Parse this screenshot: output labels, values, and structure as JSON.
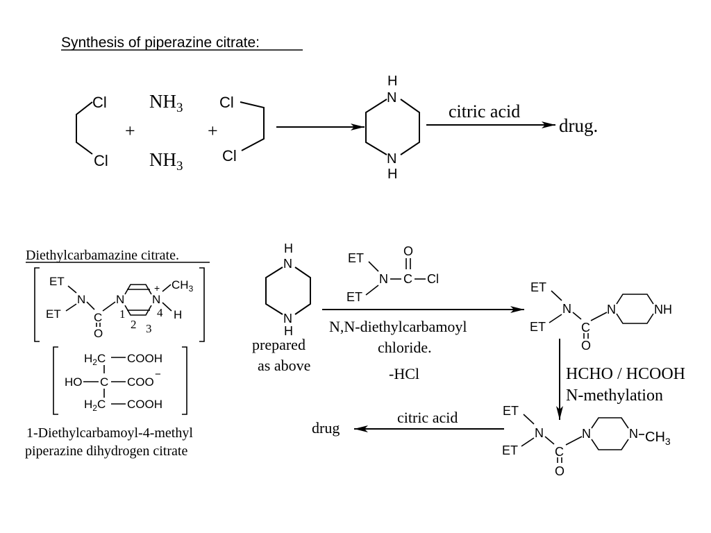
{
  "section1": {
    "heading": "Synthesis of piperazine citrate:",
    "reactant1": {
      "cl_top": "Cl",
      "cl_bottom": "Cl"
    },
    "plus": "+",
    "ammonia": {
      "nh3_top": "NH",
      "nh3_bottom": "NH",
      "sub": "3"
    },
    "reactant2": {
      "cl_top": "Cl",
      "cl_bottom": "Cl"
    },
    "piperazine": {
      "n_top": "N",
      "h_top": "H",
      "n_bottom": "N",
      "h_bottom": "H"
    },
    "reagent": "citric acid",
    "product": "drug."
  },
  "section2": {
    "title": "Diethylcarbamazine citrate.",
    "dec": {
      "et1": "ET",
      "et2": "ET",
      "n_amide": "N",
      "c": "C",
      "o": "O",
      "n1": "N",
      "n4": "N",
      "plus": "+",
      "ch3": "CH",
      "ch3_sub": "3",
      "h": "H",
      "num1": "1",
      "num2": "2",
      "num3": "3",
      "num4": "4"
    },
    "citrate": {
      "h2c_top": "H",
      "h2c_sub": "2",
      "h2c_c": "C",
      "cooh_top": "COOH",
      "ho": "HO",
      "c_center": "C",
      "coo": "COO",
      "minus": "−",
      "h2c_bottom": "H",
      "cooh_bottom": "COOH"
    },
    "caption_line1": "1-Diethylcarbamoyl-4-methyl",
    "caption_line2": "piperazine dihydrogen citrate",
    "piperazine": {
      "n_top": "N",
      "h_top": "H",
      "n_bottom": "N",
      "h_bottom": "H"
    },
    "prepared_line1": "prepared",
    "prepared_line2": "as above",
    "reagent": {
      "et1": "ET",
      "et2": "ET",
      "n": "N",
      "c": "C",
      "o": "O",
      "cl": "Cl"
    },
    "reagent_name_line1": "N,N-diethylcarbamoyl",
    "reagent_name_line2": "chloride.",
    "byproduct": "-HCl",
    "intermediate": {
      "et1": "ET",
      "et2": "ET",
      "n": "N",
      "c": "C",
      "o": "O",
      "n_ring": "N",
      "nh": "NH"
    },
    "methylation_line1": "HCHO / HCOOH",
    "methylation_line2": "N-methylation",
    "final": {
      "et1": "ET",
      "et2": "ET",
      "n": "N",
      "c": "C",
      "o": "O",
      "n_ring": "N",
      "n_me": "N",
      "ch3": "CH",
      "ch3_sub": "3"
    },
    "final_reagent": "citric acid",
    "final_product": "drug"
  }
}
